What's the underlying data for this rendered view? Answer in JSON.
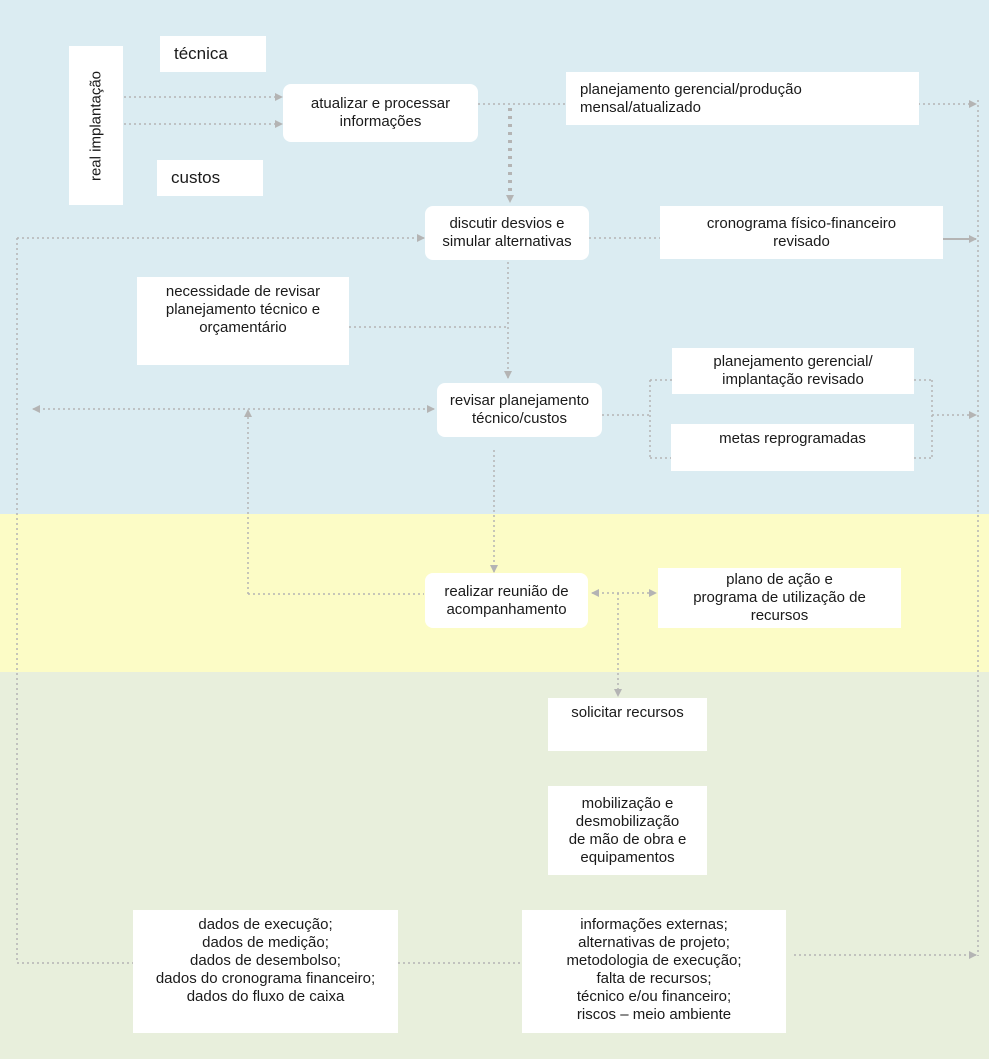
{
  "boxes": {
    "real_implantacao": "real  implantação",
    "tecnica": "técnica",
    "custos": "custos",
    "atualizar": "atualizar e processar\ninformações",
    "planejamento_gerencial": "planejamento  gerencial/produção\nmensal/atualizado",
    "discutir": "discutir desvios e\nsimular alternativas",
    "cronograma": "cronograma físico-financeiro\nrevisado",
    "necessidade": "necessidade de revisar\nplanejamento técnico e\norçamentário",
    "revisar": "revisar planejamento\ntécnico/custos",
    "planejamento_implantacao": "planejamento gerencial/\nimplantação revisado",
    "metas": "metas reprogramadas",
    "reuniao": "realizar reunião de\nacompanhamento",
    "plano_acao": "plano de ação e\nprograma de utilização de\nrecursos",
    "solicitar": "solicitar recursos",
    "mobilizacao": "mobilização e\ndesmobilização\nde mão de obra e\nequipamentos",
    "dados": "dados de execução;\ndados de medição;\ndados de desembolso;\ndados do cronograma financeiro;\ndados do fluxo de caixa",
    "informacoes": "informações externas;\nalternativas de projeto;\nmetodologia de execução;\nfalta de recursos;\ntécnico e/ou financeiro;\nriscos – meio ambiente"
  },
  "colors": {
    "band_top": "#dbecf2",
    "band_middle": "#fcfcc6",
    "band_bottom": "#e8efdc",
    "connector": "#b4b4b4"
  }
}
